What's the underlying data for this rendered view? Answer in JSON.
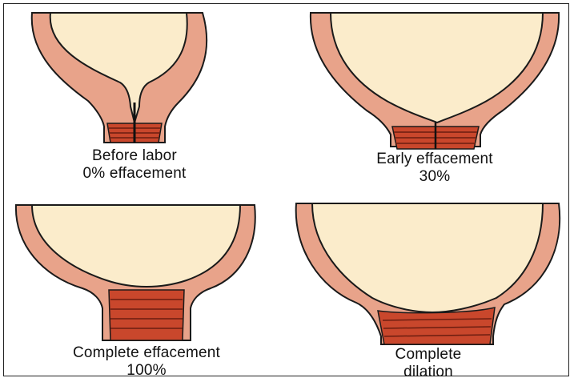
{
  "colors": {
    "tissue": "#e8a38a",
    "tissue_edge": "#1a1a1a",
    "cavity": "#fbeccb",
    "cervix_muscle": "#c9472c",
    "cervix_dark": "#6b1d10"
  },
  "panels": [
    {
      "line1": "Before labor",
      "line2": "0% effacement"
    },
    {
      "line1": "Early effacement",
      "line2": "30%"
    },
    {
      "line1": "Complete effacement",
      "line2": "100%"
    },
    {
      "line1": "Complete",
      "line2": "dilation"
    }
  ]
}
